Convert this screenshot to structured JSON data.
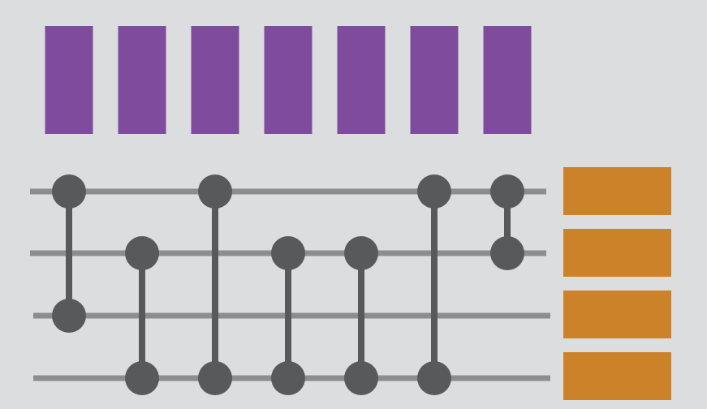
{
  "colors": {
    "background": "#dcdddf",
    "top_bars": "#7f4b9c",
    "wire": "#8c8d8f",
    "gate": "#58595b",
    "output_blocks": "#cc8229"
  },
  "diagram": {
    "top_bar_count": 7,
    "wire_count": 4,
    "output_block_count": 4,
    "gates": [
      {
        "column": 0,
        "from_wire": 0,
        "to_wire": 2
      },
      {
        "column": 1,
        "from_wire": 1,
        "to_wire": 3
      },
      {
        "column": 2,
        "from_wire": 0,
        "to_wire": 3
      },
      {
        "column": 3,
        "from_wire": 1,
        "to_wire": 3
      },
      {
        "column": 4,
        "from_wire": 1,
        "to_wire": 3
      },
      {
        "column": 5,
        "from_wire": 0,
        "to_wire": 3
      },
      {
        "column": 6,
        "from_wire": 0,
        "to_wire": 1
      }
    ]
  }
}
